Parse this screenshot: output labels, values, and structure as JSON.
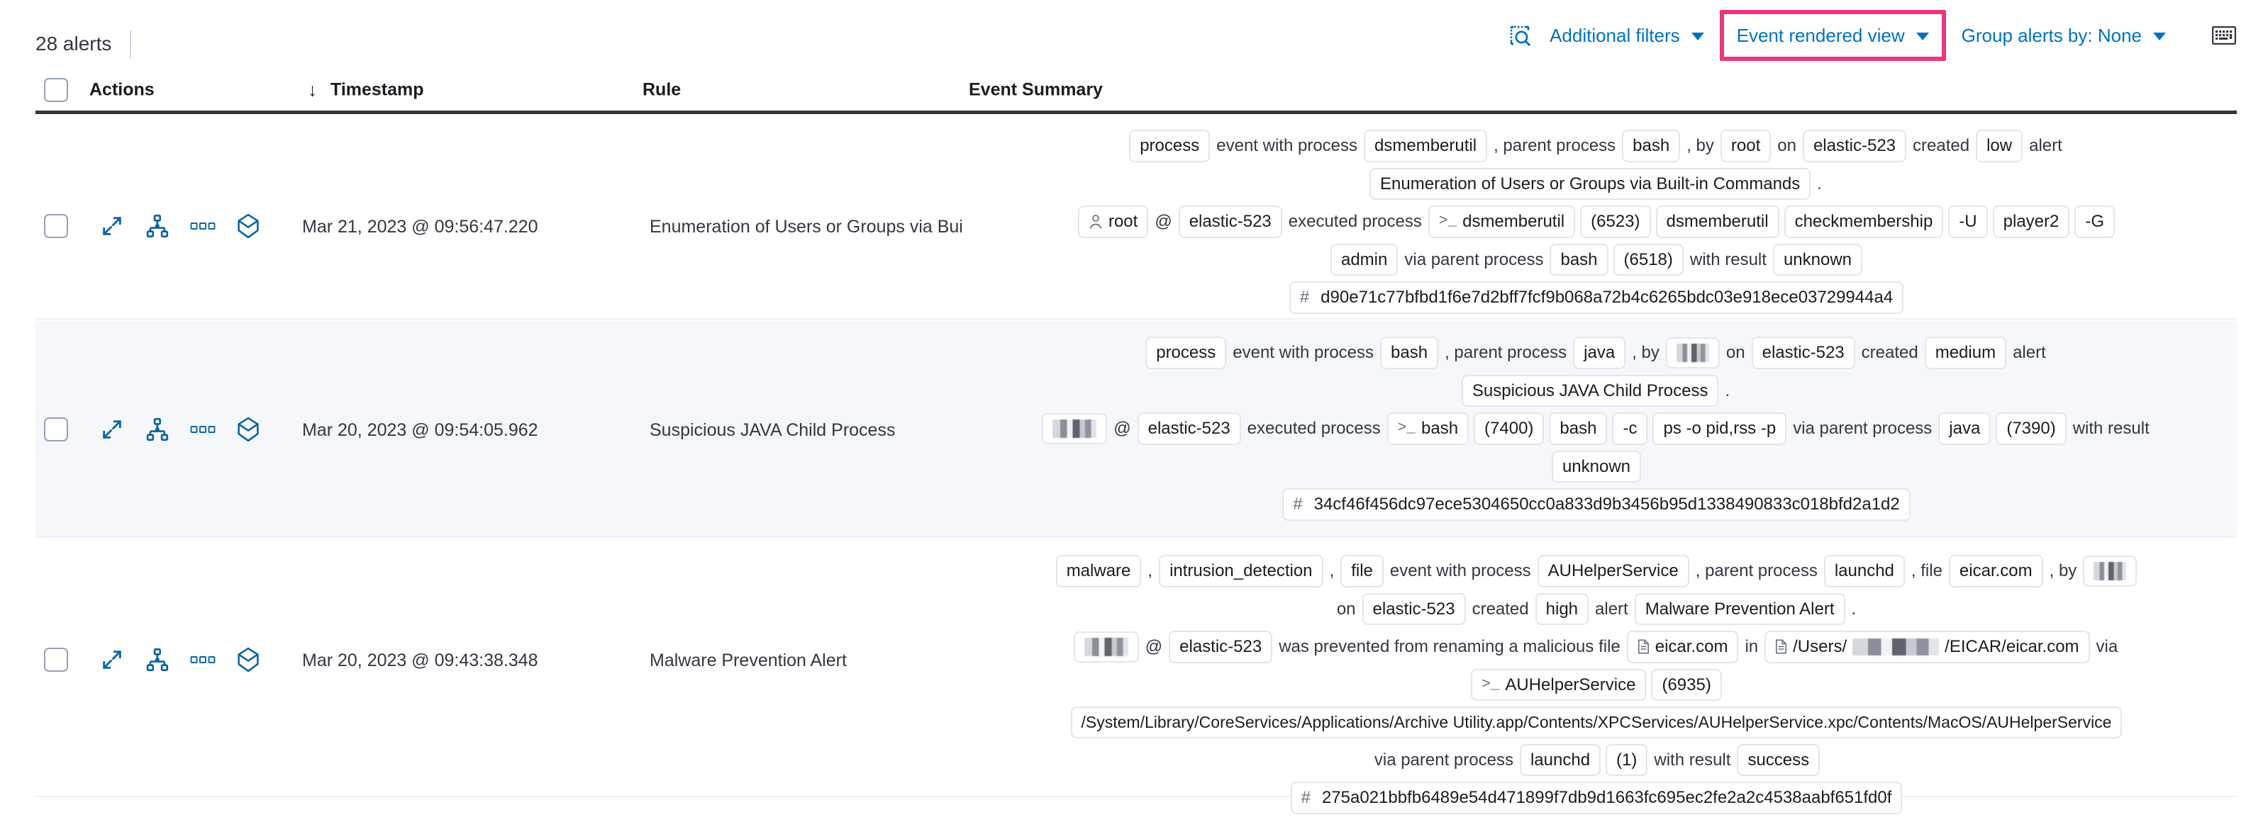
{
  "toolbar": {
    "alerts_count_label": "28 alerts",
    "search_icon_name": "inspect-search-icon",
    "additional_filters_label": "Additional filters",
    "event_rendered_view_label": "Event rendered view",
    "group_alerts_by_label": "Group alerts by: None",
    "keyboard_shortcut_icon_name": "keyboard-icon",
    "highlight_color": "#e9377e",
    "link_color": "#0071c2"
  },
  "table": {
    "columns": {
      "select_all": "",
      "actions": "Actions",
      "timestamp": "Timestamp",
      "timestamp_sort_glyph": "↓",
      "rule": "Rule",
      "event_summary": "Event Summary"
    },
    "row_actions": [
      {
        "name": "expand-details-icon",
        "title": "expand"
      },
      {
        "name": "analyze-event-icon",
        "title": "analyzer"
      },
      {
        "name": "more-actions-icon",
        "title": "more"
      },
      {
        "name": "session-view-icon",
        "title": "session view"
      }
    ],
    "rows": [
      {
        "timestamp": "Mar 21, 2023 @ 09:56:47.220",
        "rule": "Enumeration of Users or Groups via Bui",
        "severity": "low",
        "summary_lines": [
          [
            {
              "t": "chip",
              "v": "process"
            },
            {
              "t": "text",
              "v": "event with process"
            },
            {
              "t": "chip",
              "v": "dsmemberutil"
            },
            {
              "t": "text",
              "v": ", parent process"
            },
            {
              "t": "chip",
              "v": "bash"
            },
            {
              "t": "text",
              "v": ", by"
            },
            {
              "t": "chip",
              "v": "root"
            },
            {
              "t": "text",
              "v": "on"
            },
            {
              "t": "chip",
              "v": "elastic-523"
            },
            {
              "t": "text",
              "v": "created"
            },
            {
              "t": "chip",
              "v": "low"
            },
            {
              "t": "text",
              "v": "alert"
            }
          ],
          [
            {
              "t": "chip",
              "v": "Enumeration of Users or Groups via Built-in Commands"
            },
            {
              "t": "text",
              "v": "."
            }
          ],
          [
            {
              "t": "chip-user",
              "v": "root"
            },
            {
              "t": "text",
              "v": "@"
            },
            {
              "t": "chip",
              "v": "elastic-523"
            },
            {
              "t": "text",
              "v": "executed process"
            },
            {
              "t": "chip-proc",
              "v": "dsmemberutil"
            },
            {
              "t": "chip",
              "v": "(6523)"
            },
            {
              "t": "chip",
              "v": "dsmemberutil"
            },
            {
              "t": "chip",
              "v": "checkmembership"
            },
            {
              "t": "chip",
              "v": "-U"
            },
            {
              "t": "chip",
              "v": "player2"
            },
            {
              "t": "chip",
              "v": "-G"
            }
          ],
          [
            {
              "t": "chip",
              "v": "admin"
            },
            {
              "t": "text",
              "v": "via parent process"
            },
            {
              "t": "chip",
              "v": "bash"
            },
            {
              "t": "chip",
              "v": "(6518)"
            },
            {
              "t": "text",
              "v": "with result"
            },
            {
              "t": "chip",
              "v": "unknown"
            }
          ],
          [
            {
              "t": "chip-hash",
              "v": "d90e71c77bfbd1f6e7d2bff7fcf9b068a72b4c6265bdc03e918ece03729944a4"
            }
          ]
        ]
      },
      {
        "timestamp": "Mar 20, 2023 @ 09:54:05.962",
        "rule": "Suspicious JAVA Child Process",
        "severity": "medium",
        "summary_lines": [
          [
            {
              "t": "chip",
              "v": "process"
            },
            {
              "t": "text",
              "v": "event with process"
            },
            {
              "t": "chip",
              "v": "bash"
            },
            {
              "t": "text",
              "v": ", parent process"
            },
            {
              "t": "chip",
              "v": "java"
            },
            {
              "t": "text",
              "v": ", by"
            },
            {
              "t": "chip-redact",
              "v": ""
            },
            {
              "t": "text",
              "v": "on"
            },
            {
              "t": "chip",
              "v": "elastic-523"
            },
            {
              "t": "text",
              "v": "created"
            },
            {
              "t": "chip",
              "v": "medium"
            },
            {
              "t": "text",
              "v": "alert"
            }
          ],
          [
            {
              "t": "chip",
              "v": "Suspicious JAVA Child Process"
            },
            {
              "t": "text",
              "v": "."
            }
          ],
          [
            {
              "t": "chip-redact2",
              "v": ""
            },
            {
              "t": "text",
              "v": "@"
            },
            {
              "t": "chip",
              "v": "elastic-523"
            },
            {
              "t": "text",
              "v": "executed process"
            },
            {
              "t": "chip-proc",
              "v": "bash"
            },
            {
              "t": "chip",
              "v": "(7400)"
            },
            {
              "t": "chip",
              "v": "bash"
            },
            {
              "t": "chip",
              "v": "-c"
            },
            {
              "t": "chip",
              "v": "ps -o pid,rss -p"
            },
            {
              "t": "text",
              "v": "via parent process"
            },
            {
              "t": "chip",
              "v": "java"
            },
            {
              "t": "chip",
              "v": "(7390)"
            },
            {
              "t": "text",
              "v": "with result"
            }
          ],
          [
            {
              "t": "chip",
              "v": "unknown"
            }
          ],
          [
            {
              "t": "chip-hash",
              "v": "34cf46f456dc97ece5304650cc0a833d9b3456b95d1338490833c018bfd2a1d2"
            }
          ]
        ]
      },
      {
        "timestamp": "Mar 20, 2023 @ 09:43:38.348",
        "rule": "Malware Prevention Alert",
        "severity": "high",
        "summary_lines": [
          [
            {
              "t": "chip",
              "v": "malware"
            },
            {
              "t": "text",
              "v": ","
            },
            {
              "t": "chip",
              "v": "intrusion_detection"
            },
            {
              "t": "text",
              "v": ","
            },
            {
              "t": "chip",
              "v": "file"
            },
            {
              "t": "text",
              "v": "event with process"
            },
            {
              "t": "chip",
              "v": "AUHelperService"
            },
            {
              "t": "text",
              "v": ", parent process"
            },
            {
              "t": "chip",
              "v": "launchd"
            },
            {
              "t": "text",
              "v": ", file"
            },
            {
              "t": "chip",
              "v": "eicar.com"
            },
            {
              "t": "text",
              "v": ", by"
            },
            {
              "t": "chip-redact",
              "v": ""
            }
          ],
          [
            {
              "t": "text",
              "v": "on"
            },
            {
              "t": "chip",
              "v": "elastic-523"
            },
            {
              "t": "text",
              "v": "created"
            },
            {
              "t": "chip",
              "v": "high"
            },
            {
              "t": "text",
              "v": "alert"
            },
            {
              "t": "chip",
              "v": "Malware Prevention Alert"
            },
            {
              "t": "text",
              "v": "."
            }
          ],
          [
            {
              "t": "chip-redact2",
              "v": ""
            },
            {
              "t": "text",
              "v": "@"
            },
            {
              "t": "chip",
              "v": "elastic-523"
            },
            {
              "t": "text",
              "v": "was prevented from renaming a malicious file"
            },
            {
              "t": "chip-file",
              "v": "eicar.com"
            },
            {
              "t": "text",
              "v": "in"
            },
            {
              "t": "chip-file-redact",
              "pre": "/Users/",
              "post": "/EICAR/eicar.com"
            },
            {
              "t": "text",
              "v": "via"
            }
          ],
          [
            {
              "t": "chip-proc",
              "v": "AUHelperService"
            },
            {
              "t": "chip",
              "v": "(6935)"
            }
          ],
          [
            {
              "t": "chip-path",
              "v": "/System/Library/CoreServices/Applications/Archive Utility.app/Contents/XPCServices/AUHelperService.xpc/Contents/MacOS/AUHelperService"
            }
          ],
          [
            {
              "t": "text",
              "v": "via parent process"
            },
            {
              "t": "chip",
              "v": "launchd"
            },
            {
              "t": "chip",
              "v": "(1)"
            },
            {
              "t": "text",
              "v": "with result"
            },
            {
              "t": "chip",
              "v": "success"
            }
          ],
          [
            {
              "t": "chip-hash",
              "v": "275a021bbfb6489e54d471899f7db9d1663fc695ec2fe2a2c4538aabf651fd0f"
            }
          ]
        ]
      }
    ]
  }
}
